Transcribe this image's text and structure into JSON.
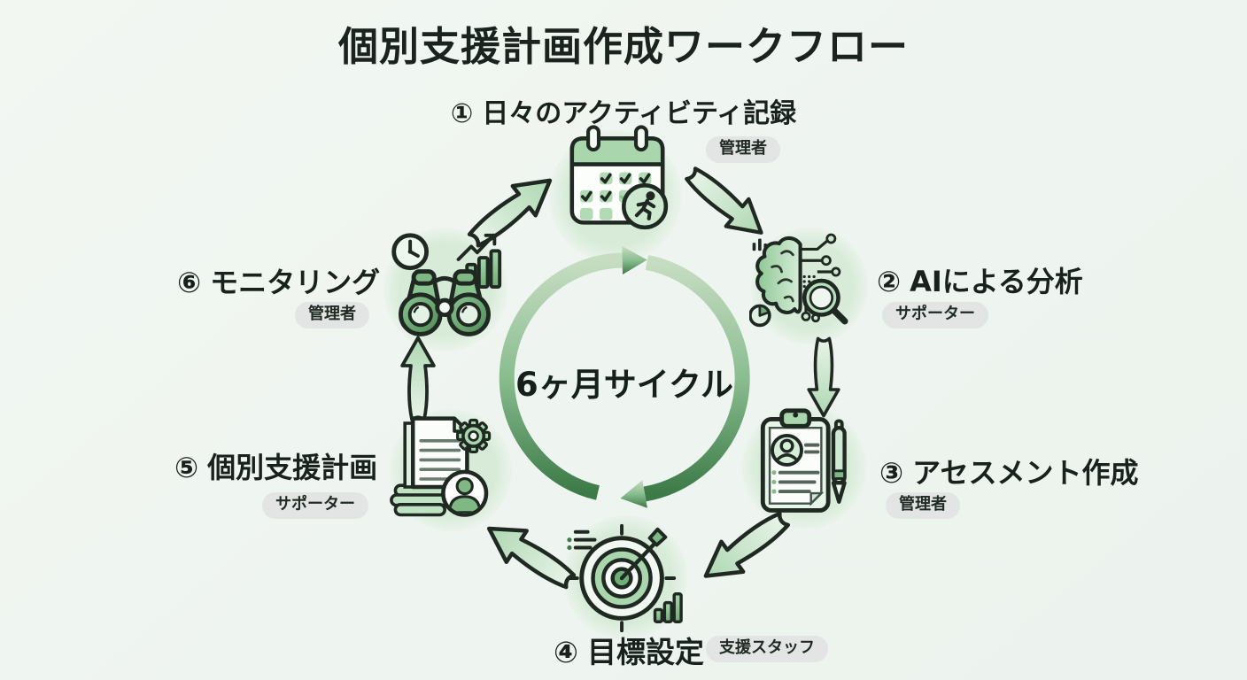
{
  "title": "個別支援計画作成ワークフロー",
  "center": {
    "label": "6ヶ月サイクル",
    "icon": "clockwise-cycle-ring-icon"
  },
  "steps": [
    {
      "number": "①",
      "label": "日々のアクティビティ記録",
      "role": "管理者",
      "icon": "calendar-activity-icon"
    },
    {
      "number": "②",
      "label": "AIによる分析",
      "role": "サポーター",
      "icon": "ai-brain-analysis-icon"
    },
    {
      "number": "③",
      "label": "アセスメント作成",
      "role": "管理者",
      "icon": "assessment-clipboard-icon"
    },
    {
      "number": "④",
      "label": "目標設定",
      "role": "支援スタッフ",
      "icon": "goal-target-icon"
    },
    {
      "number": "⑤",
      "label": "個別支援計画",
      "role": "サポーター",
      "icon": "plan-document-icon"
    },
    {
      "number": "⑥",
      "label": "モニタリング",
      "role": "管理者",
      "icon": "monitoring-binoculars-icon"
    }
  ],
  "icons": {
    "step_connector": "curved-flow-arrow-icon"
  },
  "colors": {
    "background": "#eef4ef",
    "text": "#18211b",
    "badge_bg": "#e2e5e3",
    "outline": "#1f2922",
    "green_dark": "#3c7a47",
    "green_mid": "#7fb884",
    "green_light": "#cfe8d0",
    "arrow_fill_light": "#e9f4e9",
    "arrow_fill": "#b5dcb8",
    "blob": "#d7ebd8"
  }
}
